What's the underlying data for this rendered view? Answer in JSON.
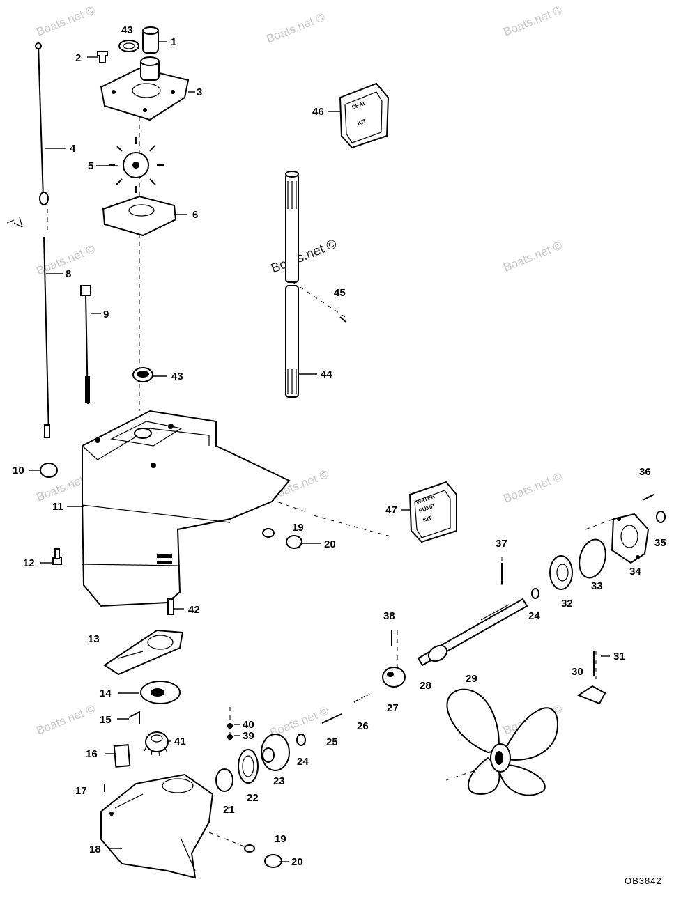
{
  "watermark": "Boats.net ©",
  "reference_code": "OB3842",
  "kits": {
    "seal_kit": [
      "SEAL",
      "KIT"
    ],
    "water_pump_kit": [
      "WATER",
      "PUMP",
      "KIT"
    ]
  },
  "labels": {
    "p1": "1",
    "p2": "2",
    "p3": "3",
    "p4": "4",
    "p5": "5",
    "p6": "6",
    "p8": "8",
    "p9": "9",
    "p10": "10",
    "p11": "11",
    "p12": "12",
    "p13": "13",
    "p14": "14",
    "p15": "15",
    "p16": "16",
    "p17": "17",
    "p18": "18",
    "p19a": "19",
    "p19b": "19",
    "p20a": "20",
    "p20b": "20",
    "p21": "21",
    "p22": "22",
    "p23": "23",
    "p24a": "24",
    "p24b": "24",
    "p25": "25",
    "p26": "26",
    "p27": "27",
    "p28": "28",
    "p29": "29",
    "p30": "30",
    "p31": "31",
    "p32": "32",
    "p33": "33",
    "p34": "34",
    "p35": "35",
    "p36": "36",
    "p37": "37",
    "p38": "38",
    "p39": "39",
    "p40": "40",
    "p41": "41",
    "p42": "42",
    "p43a": "43",
    "p43b": "43",
    "p44": "44",
    "p45": "45",
    "p46": "46",
    "p47": "47"
  }
}
